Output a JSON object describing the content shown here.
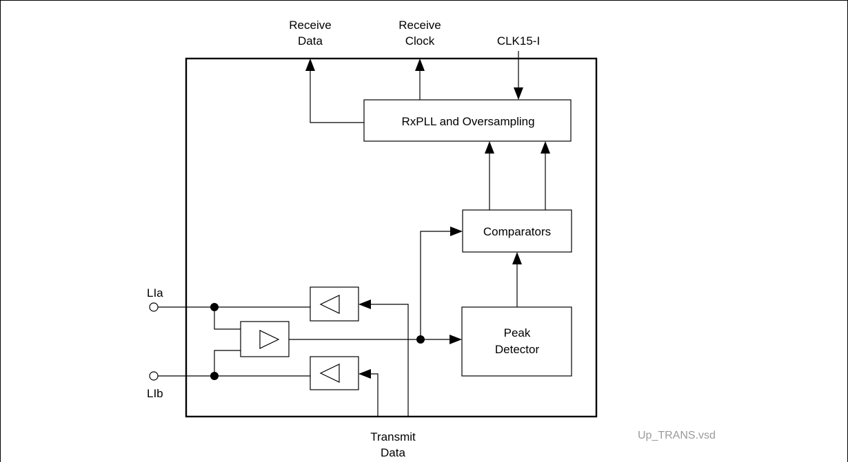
{
  "labels": {
    "receive_data": [
      "Receive",
      "Data"
    ],
    "receive_clock": [
      "Receive",
      "Clock"
    ],
    "clk": "CLK15-I",
    "pin_a": "LIa",
    "pin_b": "LIb",
    "transmit_data": [
      "Transmit",
      "Data"
    ],
    "file_name": "Up_TRANS.vsd"
  },
  "blocks": {
    "rxpll": "RxPLL and Oversampling",
    "comparators": "Comparators",
    "peak_detector": [
      "Peak",
      "Detector"
    ]
  }
}
